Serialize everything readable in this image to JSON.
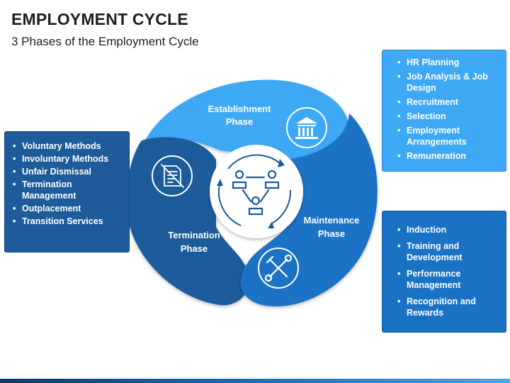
{
  "title": "EMPLOYMENT CYCLE",
  "subtitle": "3 Phases of the Employment Cycle",
  "phases": [
    {
      "line1": "Establishment",
      "line2": "Phase",
      "icon": "bank-building-icon",
      "color": "#3da9f5",
      "items": [
        "HR Planning",
        "Job Analysis & Job Design",
        "Recruitment",
        "Selection",
        "Employment Arrangements",
        "Remuneration"
      ]
    },
    {
      "line1": "Maintenance",
      "line2": "Phase",
      "icon": "wrench-screwdriver-icon",
      "color": "#1a72c4",
      "items": [
        "Induction",
        "Training and Development",
        "Performance Management",
        "Recognition and Rewards"
      ]
    },
    {
      "line1": "Termination",
      "line2": "Phase",
      "icon": "cancelled-document-icon",
      "color": "#1d5b9a",
      "items": [
        "Voluntary Methods",
        "Involuntary Methods",
        "Unfair Dismissal",
        "Termination Management",
        "Outplacement",
        "Transition Services"
      ]
    }
  ],
  "center_icon": "people-cycle-icon"
}
